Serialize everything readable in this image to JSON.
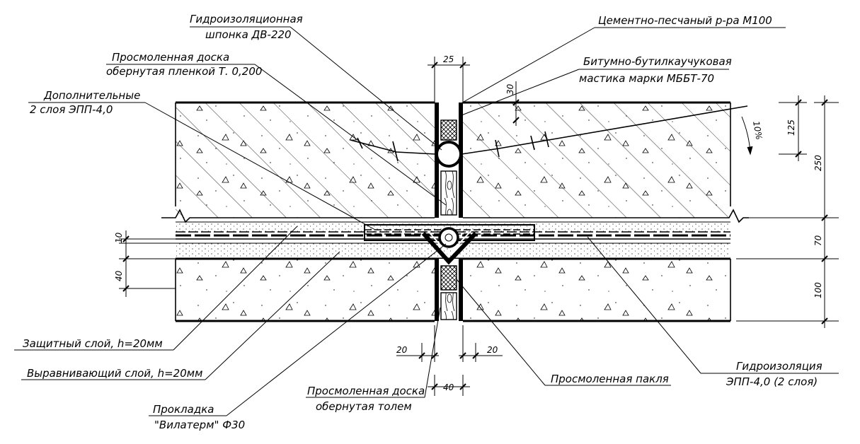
{
  "labels": {
    "waterstop_l1": "Гидроизоляционная",
    "waterstop_l2": "шпонка ДВ-220",
    "cement_mortar": "Цементно-песчаный р-ра М100",
    "tarred_board_top_l1": "Просмоленная доска",
    "tarred_board_top_l2": "обернутая пленкой Т. 0,200",
    "mastic_l1": "Битумно-бутилкаучуковая",
    "mastic_l2": "мастика марки МББТ-70",
    "additional_l1": "Дополнительные",
    "additional_l2": "2 слоя     ЭПП-4,0",
    "protective_layer": "Защитный слой, h=20мм",
    "leveling_layer": "Выравнивающий слой, h=20мм",
    "tarred_tow": "Просмоленная пакля",
    "waterproofing_l1": "Гидроизоляция",
    "waterproofing_l2": "ЭПП-4,0 (2 слоя)",
    "tarred_board_bottom_l1": "Просмоленная доска",
    "tarred_board_bottom_l2": "обернутая толем",
    "gasket_l1": "Прокладка",
    "gasket_l2": "\"Вилатерм\" Ф30"
  },
  "dimensions": {
    "gap_top": "25",
    "depth_30": "30",
    "slope": "10%",
    "dim_125": "125",
    "dim_250": "250",
    "dim_70": "70",
    "dim_100": "100",
    "dim_10": "10",
    "dim_40_left": "40",
    "dim_20_left": "20",
    "dim_20_right": "20",
    "dim_40_bottom": "40"
  }
}
